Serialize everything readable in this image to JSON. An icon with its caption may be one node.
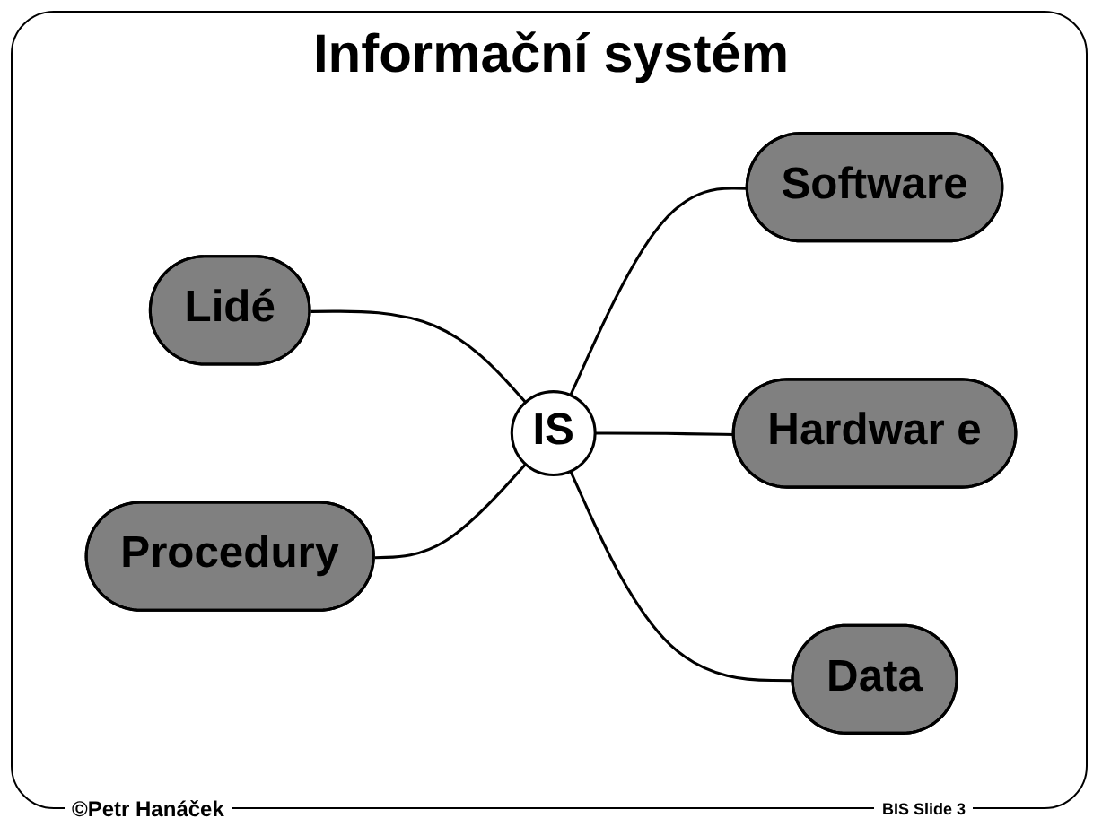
{
  "diagram": {
    "title": "Informační systém",
    "nodes": [
      {
        "text": [
          "IS"
        ]
      },
      {
        "text": [
          "Lidé"
        ]
      },
      {
        "text": [
          "Software"
        ]
      },
      {
        "text": [
          "Hardwar e"
        ]
      },
      {
        "text": [
          "Procedury"
        ]
      },
      {
        "text": [
          "Data"
        ]
      }
    ],
    "edges": [
      {
        "from": 1,
        "to": 0,
        "arrow": "none"
      },
      {
        "from": 4,
        "to": 0,
        "arrow": "none"
      },
      {
        "from": 0,
        "to": 2,
        "arrow": "none"
      },
      {
        "from": 0,
        "to": 3,
        "arrow": "none"
      },
      {
        "from": 0,
        "to": 5,
        "arrow": "none"
      }
    ],
    "labels": [
      "©Petr Hanáček",
      "BIS Slide 3"
    ]
  }
}
